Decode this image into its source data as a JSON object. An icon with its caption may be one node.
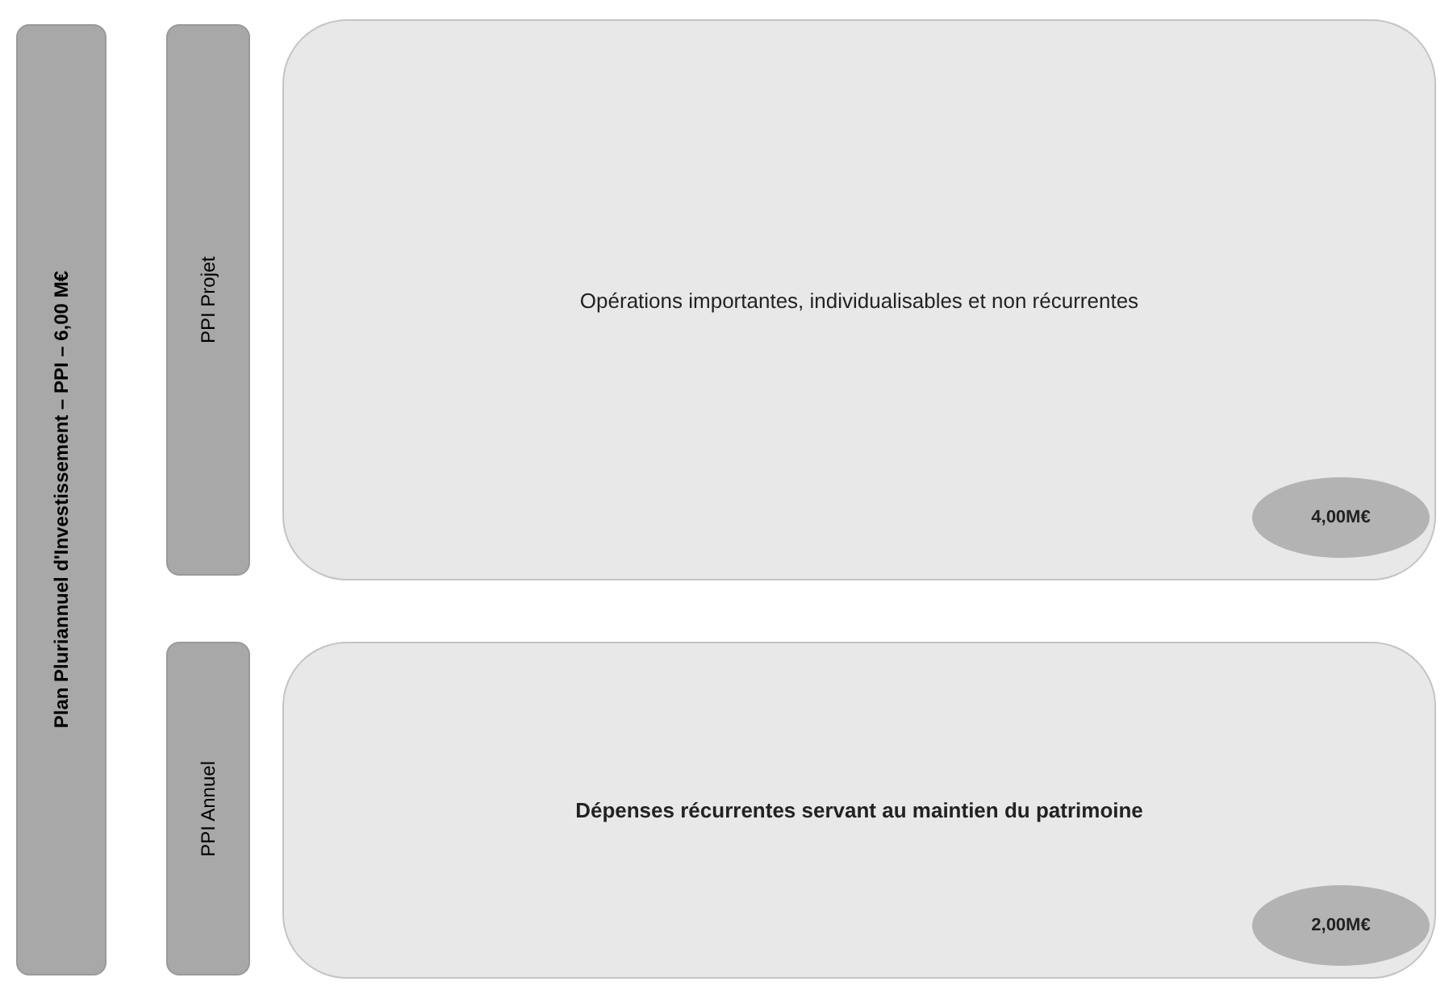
{
  "diagram": {
    "nodes": [
      {
        "text": [
          "Plan Pluriannuel d'Investissement – PPI – 6,00 M€"
        ]
      },
      {
        "text": [
          "PPI Projet"
        ]
      },
      {
        "text": [
          "Opérations importantes, individualisables et non récurrentes"
        ]
      },
      {
        "text": [
          "4,00M€"
        ],
        "in": 2
      },
      {
        "text": [
          "PPI Annuel"
        ]
      },
      {
        "text": [
          "Dépenses récurrentes servant au maintien du patrimoine"
        ]
      },
      {
        "text": [
          "2,00M€"
        ],
        "in": 5
      }
    ],
    "edges": []
  }
}
